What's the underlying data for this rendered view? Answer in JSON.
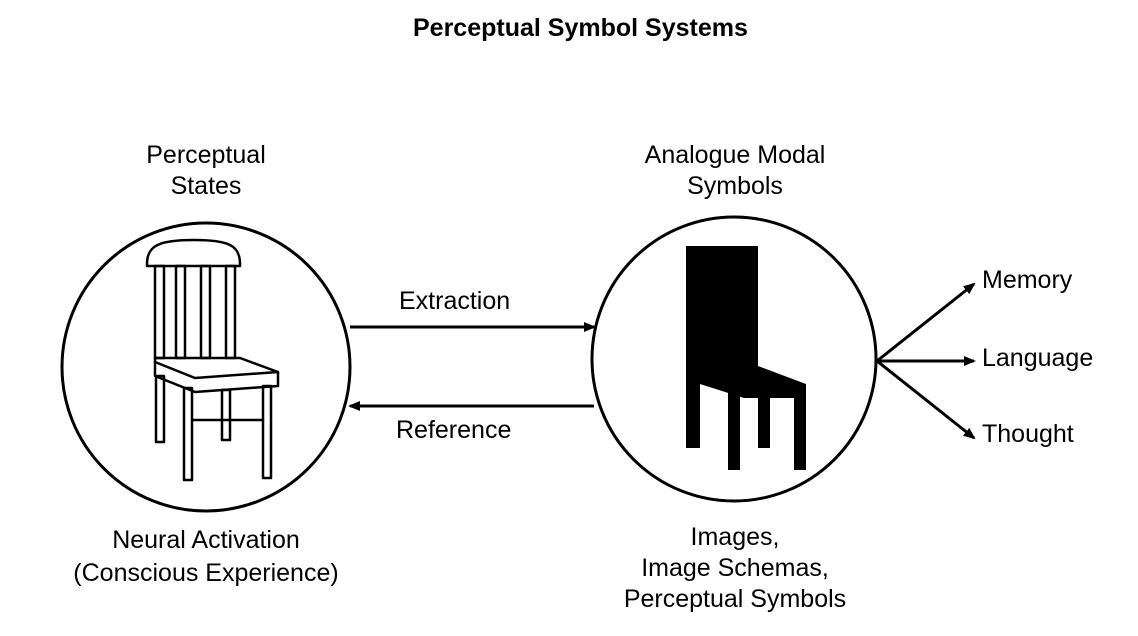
{
  "title": "Perceptual Symbol Systems",
  "left_node": {
    "heading_line1": "Perceptual",
    "heading_line2": "States",
    "caption_line1": "Neural Activation",
    "caption_line2": "(Conscious Experience)",
    "icon": "chair-outline-icon"
  },
  "right_node": {
    "heading_line1": "Analogue Modal",
    "heading_line2": "Symbols",
    "caption_line1": "Images,",
    "caption_line2": "Image Schemas,",
    "caption_line3": "Perceptual Symbols",
    "icon": "chair-silhouette-icon"
  },
  "arrows": {
    "top_label": "Extraction",
    "bottom_label": "Reference"
  },
  "outputs": {
    "memory": "Memory",
    "language": "Language",
    "thought": "Thought"
  },
  "colors": {
    "ink": "#000000",
    "background": "#ffffff"
  }
}
